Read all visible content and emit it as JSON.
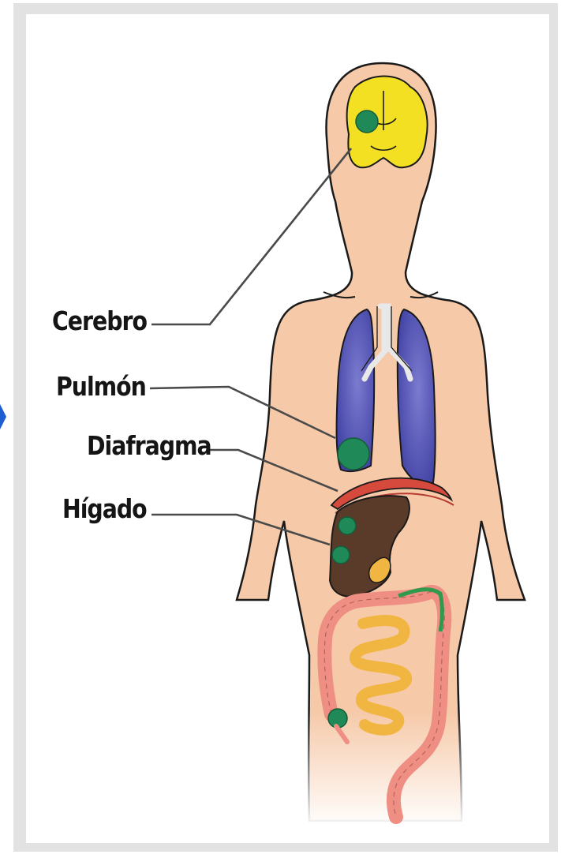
{
  "labels": {
    "cerebro": "Cerebro",
    "pulmon": "Pulmón",
    "diafragma": "Diafragma",
    "higado": "Hígado"
  },
  "colors": {
    "skin": "#f6c9a8",
    "brain": "#f3e022",
    "lungs": "#5757b8",
    "diaphragm": "#d54a3d",
    "liver": "#5a3b2a",
    "colon": "#ef8f84",
    "small_intestine": "#f1b641",
    "tumor": "#1f8a58",
    "outline": "#1a1a1a",
    "accent_arrow": "#1f5fd1"
  }
}
